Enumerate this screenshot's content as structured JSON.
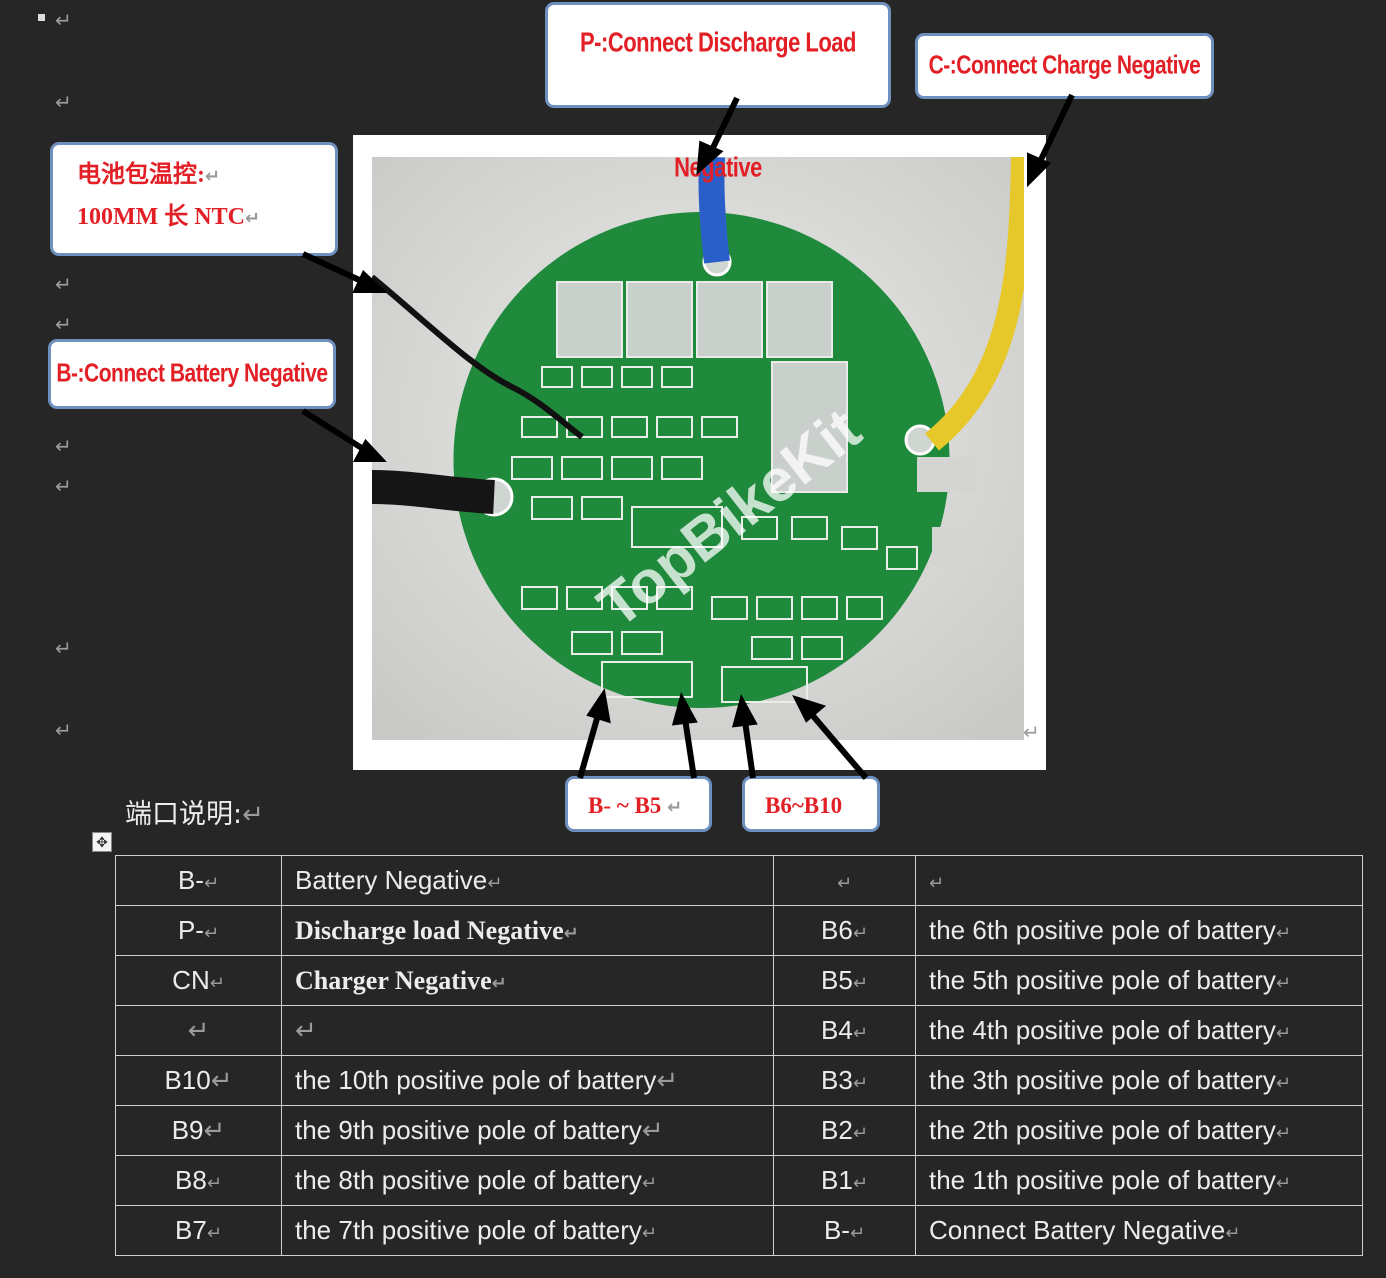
{
  "paragraph_mark": "↵",
  "callouts": {
    "p_minus": "P-:Connect Discharge Load Negative",
    "c_minus": "C-:Connect Charge Negative",
    "ntc_line1": "电池包温控:",
    "ntc_line2": "100MM 长 NTC",
    "b_minus": "B-:Connect Battery Negative",
    "b_range1": "B- ~ B5",
    "b_range2": "B6~B10"
  },
  "photo": {
    "watermark": "TopBikeKit"
  },
  "port_title": "端口说明:",
  "table": {
    "rows": [
      [
        "B-",
        "Battery Negative",
        "",
        ""
      ],
      [
        "P-",
        "Discharge load Negative",
        "B6",
        "the 6th positive pole of battery"
      ],
      [
        "CN",
        "Charger Negative",
        "B5",
        "the 5th positive pole of battery"
      ],
      [
        "",
        "",
        "B4",
        "the 4th positive pole of battery"
      ],
      [
        "B10",
        "the 10th positive pole of battery",
        "B3",
        "the 3th positive pole of battery"
      ],
      [
        "B9",
        "the 9th positive pole of battery",
        "B2",
        "the 2th positive pole of battery"
      ],
      [
        "B8",
        "the 8th positive pole of battery",
        "B1",
        "the 1th positive pole of battery"
      ],
      [
        "B7",
        "the 7th positive pole of battery",
        "B-",
        "Connect Battery Negative"
      ]
    ]
  },
  "colors": {
    "callout_text": "#e31f26",
    "callout_border": "#6f8fbf",
    "pcb_green": "#1f8a3c"
  }
}
